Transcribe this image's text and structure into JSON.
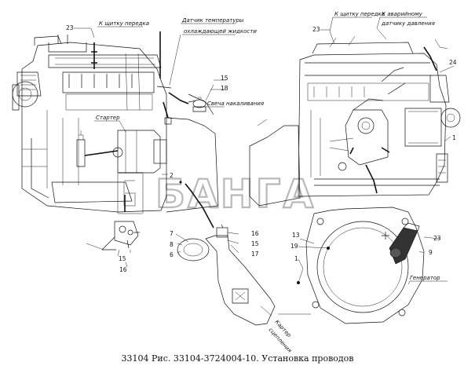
{
  "caption": "33104 Рис. 33104-3724004-10. Установка проводов",
  "watermark": "БАНГА",
  "labels": {
    "to_headlight_left": "К щитку передка",
    "coolant_temp_sensor_l1": "Датчик температуры",
    "coolant_temp_sensor_l2": "охлаждающей жидкости",
    "glow_plug": "Свеча накаливания",
    "starter": "Стартер",
    "clutch_housing_l1": "Картер",
    "clutch_housing_l2": "сцепления",
    "to_headlight_right": "К щитку передка",
    "to_emergency_sensor_l1": "К аварийному",
    "to_emergency_sensor_l2": "датчику давления",
    "generator": "Генератор"
  },
  "callouts": {
    "n23_left": "23",
    "n15_top": "15",
    "n18_top": "18",
    "n2": "2",
    "n15_bottom": "15",
    "n16_bottom": "16",
    "n7": "7",
    "n8": "8",
    "n6": "6",
    "n16_mid": "16",
    "n15_mid": "15",
    "n17": "17",
    "n23_right_top": "23",
    "n24": "24",
    "n1_right": "1",
    "n13": "13",
    "n19": "19",
    "n1_bottom": "1",
    "n23_right_bottom": "23",
    "n9": "9"
  }
}
